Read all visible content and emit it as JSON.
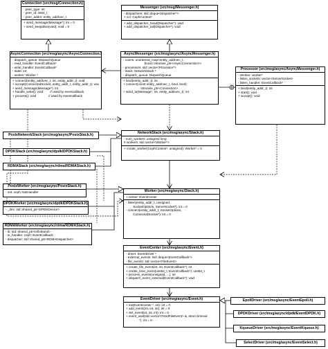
{
  "classes": {
    "connection": {
      "title": "Connection (src/msg/Connection.h)",
      "attributes": [
        "- peer_type: int",
        "- peer_id: int64_t",
        "- peer_addrs: entity_addrvec_t"
      ],
      "methods": [
        "+ send_message(Message*): int = 0",
        "+ send_keepalive(void): void = 0"
      ]
    },
    "messenger": {
      "title": "Messenger (src/msg/Messenger.h)",
      "attributes": [
        "- dispatchers: std::deque<Dispatcher*>",
        "+ cct: CephContext*"
      ],
      "methods": [
        "+ add_dispatcher_head(Dispatcher*): void",
        "+ add_dispatcher_tail(Dispatcher*): void"
      ]
    },
    "async_connection": {
      "title": "AsyncConnection (src/msg/async/AsyncConnection.h)",
      "attributes": [
        "- dispatch_queue: DispatchQueue",
        "- read_handler: EventCallback*",
        "- write_handler: EventCallback*",
        "- state: int",
        "- worker: Worker *"
      ],
      "methods": [
        "+ connect(entity_addrvec_t, int, entity_addr_t): void",
        "+ accept(ConnectedSocket, entity_addr_t, entity_addr_t): void",
        "+ send_message(Message*): int",
        "+ handle_write(): void        // used by eventcallback",
        "+ process(): void              // used by eventcallback"
      ]
    },
    "async_messenger": {
      "title": "AsyncMessenger (src/msg/async/AsyncMessenger.h)",
      "attributes": [
        "- conns: unordered_map<entity_addrvec_t,",
        "                        boost::intrusive_ptr<AsyncConnection>>",
        "- processors: std::vector<Processor*>",
        "- stack: NetworkStack *",
        "- dispatch_queue: DispatchQueue"
      ],
      "methods": [
        "+ bind(entity_addr_t): int",
        "+ connect(const entity_addrvec_t, bool, bool):",
        "                    intrusive_ptr<Connection>",
        "+ send_to(Message*, int, entity_addrvec_t): int"
      ]
    },
    "processor": {
      "title": "Processor (src/msg/async/AsyncMessenger.h)",
      "attributes": [
        "- Worker: worker*",
        "- listen_sockets: vector<ServerSocket>",
        "- listen_handler: EventCallback*"
      ],
      "methods": [
        "+ bind(entity_addr_t): int",
        "+ start(): void",
        "+ accept(): void"
      ]
    },
    "posix_network_stack": {
      "title": "PosixNetworkStack (src/msg/async/PosixStack.h)"
    },
    "dpdk_stack": {
      "title": "DPDKStack (src/msg/async/dpdk/DPDKStack.h)"
    },
    "rdma_stack": {
      "title": "RDMAStack (src/msg/async/rdma/RDMAStack.h)"
    },
    "network_stack": {
      "title": "NetworkStack (src/msg/async/Stack.h)",
      "attributes": [
        "- num_workers: unsigned long",
        "# workers: std::vector<Worker*>"
      ],
      "methods": [
        "+ create_worker(CephContext*, unsigned): Worker* = 0"
      ]
    },
    "posix_worker": {
      "title": "PosixWorker (src/msg/async/PosixStack.h)",
      "attributes": [
        "- net: ceph::NetHandler"
      ]
    },
    "dpdk_worker": {
      "title": "DPDKWorker (src/msg/async/dpdk/DPDKStack.h)",
      "attributes": [
        "- _dev: std::shared_ptr<DPDKDevice>"
      ]
    },
    "rdma_worker": {
      "title": "RDMAWorker (src/msg/async/rdma/RDMAStack.h)",
      "attributes": [
        "- ib: std::shared_ptr<Infiniband>",
        "- tx_handler: ceph::EventCallback",
        "- dispatcher: std::shared_ptr<RDMADispatcher>"
      ]
    },
    "worker": {
      "title": "Worker (src/msg/async/Stack.h)",
      "attributes": [
        "+ center: EventCenter"
      ],
      "methods": [
        "- listen(entity_addr_t, unsigned,",
        "        SocketOptions, ServerSocket*): int = 0",
        "- connect(entity_addr_t, SocketOptions,",
        "        ConnectedSocket*): int = 0"
      ]
    },
    "event_center": {
      "title": "EventCenter (src/msg/async/Event.h)",
      "attributes": [
        "- driver: EventDriver *",
        "- external_events: std::deque<EventCallback*>",
        "- file_events: std::vector<FileEvent>"
      ],
      "methods": [
        "+ create_file_event(int, int, EventCallback*): int",
        "+ create_time_event(uint64_t, EventCallback*): uint64_t",
        "+ process_events(unsigned, ...): int",
        "+ dispatch_event_external(EventCallback*): void"
      ]
    },
    "event_driver": {
      "title": "EventDriver (src/msg/async/Event.h)",
      "attributes": [
        "+ init(EventCenter *, int): int = 0",
        "+ add_event(int, int, int): int = 0",
        "+ del_event(int, int, int): int = 0",
        "+ event_wait(std::vector<FiredFileEvent> &, struct timeval",
        "               *): int = 0"
      ]
    },
    "epoll_driver": {
      "title": "EpollDriver (src/msg/async/EventEpoll.h)"
    },
    "dpdk_driver": {
      "title": "DPDKDriver (src/msg/async/dpdk/EventDPDK.h)"
    },
    "kqueue_driver": {
      "title": "KqueueDriver (src/msg/async/EventKqueue.h)"
    },
    "select_driver": {
      "title": "SelectDriver (src/msg/async/EventSelect.h)"
    }
  }
}
